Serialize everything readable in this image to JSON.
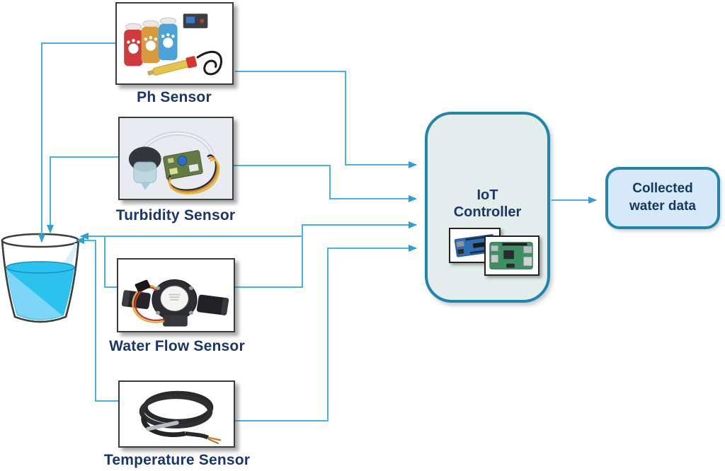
{
  "diagram": {
    "sensors": [
      {
        "label": "Ph Sensor"
      },
      {
        "label": "Turbidity Sensor"
      },
      {
        "label": "Water Flow Sensor"
      },
      {
        "label": "Temperature Sensor"
      }
    ],
    "controller": {
      "line1": "IoT",
      "line2": "Controller"
    },
    "output": {
      "line1": "Collected",
      "line2": "water data"
    },
    "colors": {
      "connector_line": "#48b4e6",
      "connector_arrow": "#2b9fd6",
      "water": "#2bc2f0",
      "water_highlight": "#7dd6f5",
      "glass_outline": "#3f3f3f",
      "label_text": "#1a366b",
      "photo_border": "#3c3c3c",
      "controller_fill": "#e3edeb",
      "controller_border": "#1f85ad",
      "output_fill": "#d5e9f8",
      "output_border": "#1f85ad"
    }
  }
}
